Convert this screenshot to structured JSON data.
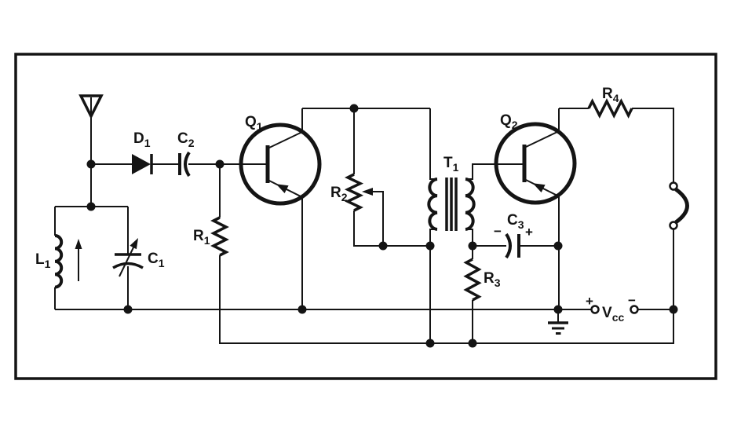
{
  "figure": {
    "kind": "circuit-schematic",
    "description": "Two-transistor radio receiver schematic inside rectangular frame",
    "background": "#ffffff",
    "ink_color": "#141414"
  },
  "labels": {
    "l1": {
      "base": "L",
      "sub": "1"
    },
    "c1": {
      "base": "C",
      "sub": "1"
    },
    "d1": {
      "base": "D",
      "sub": "1"
    },
    "c2": {
      "base": "C",
      "sub": "2"
    },
    "r1": {
      "base": "R",
      "sub": "1"
    },
    "q1": {
      "base": "Q",
      "sub": "1"
    },
    "r2": {
      "base": "R",
      "sub": "2"
    },
    "t1": {
      "base": "T",
      "sub": "1"
    },
    "r3": {
      "base": "R",
      "sub": "3"
    },
    "c3": {
      "base": "C",
      "sub": "3"
    },
    "c3_minus": "−",
    "c3_plus": "+",
    "q2": {
      "base": "Q",
      "sub": "2"
    },
    "r4": {
      "base": "R",
      "sub": "4"
    },
    "vcc": {
      "base": "V",
      "sub": "cc"
    },
    "vcc_plus": "+",
    "vcc_minus": "−"
  },
  "components": [
    {
      "ref": "ANT",
      "type": "antenna"
    },
    {
      "ref": "L1",
      "type": "inductor (tank coil)"
    },
    {
      "ref": "C1",
      "type": "variable-capacitor"
    },
    {
      "ref": "D1",
      "type": "diode"
    },
    {
      "ref": "C2",
      "type": "capacitor"
    },
    {
      "ref": "R1",
      "type": "resistor"
    },
    {
      "ref": "Q1",
      "type": "pnp-transistor"
    },
    {
      "ref": "R2",
      "type": "rheostat"
    },
    {
      "ref": "T1",
      "type": "transformer"
    },
    {
      "ref": "R3",
      "type": "resistor"
    },
    {
      "ref": "C3",
      "type": "polarized-capacitor"
    },
    {
      "ref": "Q2",
      "type": "pnp-transistor"
    },
    {
      "ref": "R4",
      "type": "resistor"
    },
    {
      "ref": "OUT",
      "type": "earphone-terminals"
    },
    {
      "ref": "GND",
      "type": "ground"
    },
    {
      "ref": "VCC",
      "type": "supply-terminals"
    }
  ]
}
